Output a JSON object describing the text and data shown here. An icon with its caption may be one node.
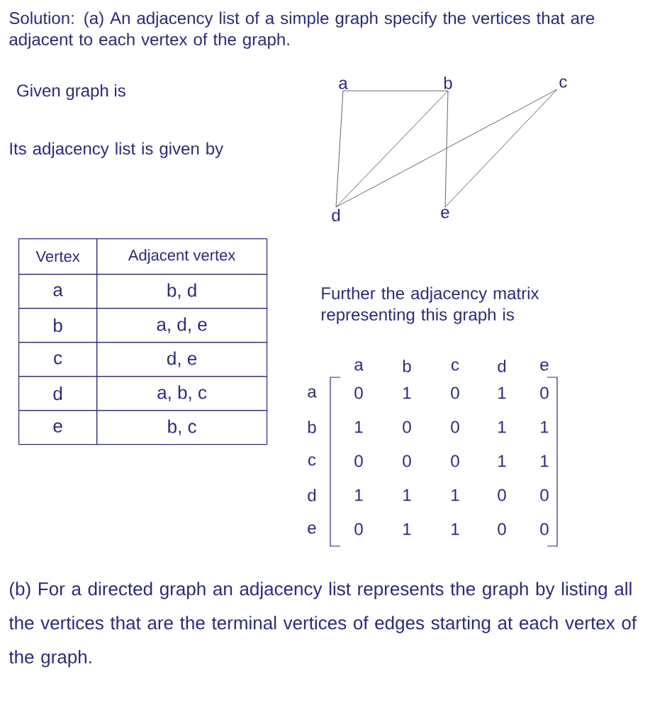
{
  "diagram": {
    "nodes": [
      {
        "text": [
          "a"
        ]
      },
      {
        "text": [
          "b"
        ]
      },
      {
        "text": [
          "c"
        ]
      },
      {
        "text": [
          "d"
        ]
      },
      {
        "text": [
          "e"
        ]
      }
    ],
    "edges": [
      {
        "from": 0,
        "to": 1,
        "arrow": "none"
      },
      {
        "from": 0,
        "to": 3,
        "arrow": "none"
      },
      {
        "from": 1,
        "to": 3,
        "arrow": "none"
      },
      {
        "from": 1,
        "to": 4,
        "arrow": "none"
      },
      {
        "from": 2,
        "to": 3,
        "arrow": "none"
      },
      {
        "from": 2,
        "to": 4,
        "arrow": "none"
      }
    ],
    "labels": [
      "Solution: (a) An adjacency list of a simple graph specify the vertices that are adjacent to each vertex of the graph.",
      "Given graph is",
      "Its adjacency list is given by",
      "Vertex",
      "Adjacent vertex",
      "a",
      "b, d",
      "b",
      "a, d, e",
      "c",
      "d, e",
      "d",
      "a, b, c",
      "e",
      "b, c",
      "Further the adjacency matrix representing this graph is",
      "a",
      "b",
      "c",
      "d",
      "e",
      "a",
      "0",
      "1",
      "0",
      "1",
      "0",
      "b",
      "1",
      "0",
      "0",
      "1",
      "1",
      "c",
      "0",
      "0",
      "0",
      "1",
      "1",
      "d",
      "1",
      "1",
      "1",
      "0",
      "0",
      "e",
      "0",
      "1",
      "1",
      "0",
      "0",
      "(b) For a directed graph an adjacency list represents the graph by listing all the vertices that are the terminal vertices of edges starting at each vertex of the graph."
    ]
  }
}
